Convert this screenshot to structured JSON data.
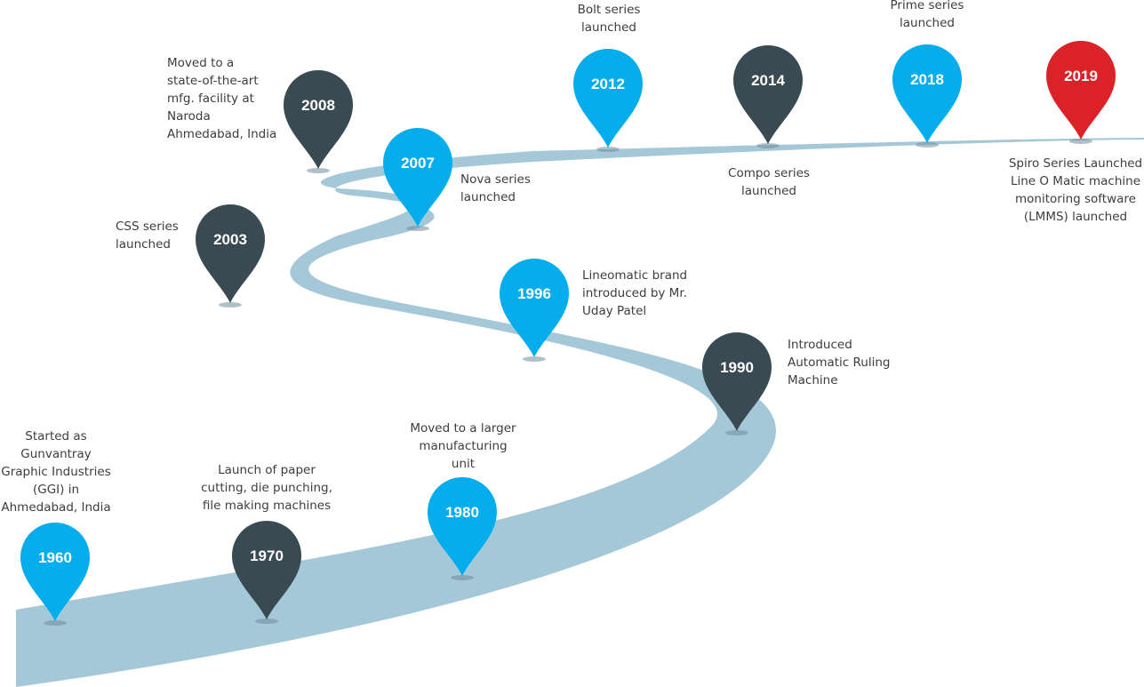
{
  "colors": {
    "road": "#a5c8d9",
    "pin_blue": "#05aded",
    "pin_dark": "#3a4a53",
    "pin_red": "#dc2229",
    "text": "#3d3d3d"
  },
  "milestones": [
    {
      "year": "1960",
      "color": "blue",
      "text": "Started as\nGunvantray\nGraphic Industries\n(GGI) in\nAhmedabad, India"
    },
    {
      "year": "1970",
      "color": "dark",
      "text": "Launch of paper\ncutting, die punching,\nfile making machines"
    },
    {
      "year": "1980",
      "color": "blue",
      "text": "Moved to a larger\nmanufacturing\nunit"
    },
    {
      "year": "1990",
      "color": "dark",
      "text": "Introduced\nAutomatic Ruling\nMachine"
    },
    {
      "year": "1996",
      "color": "blue",
      "text": "Lineomatic brand\nintroduced by Mr.\nUday Patel"
    },
    {
      "year": "2003",
      "color": "dark",
      "text": "CSS series\nlaunched"
    },
    {
      "year": "2007",
      "color": "blue",
      "text": "Nova series\nlaunched"
    },
    {
      "year": "2008",
      "color": "dark",
      "text": "Moved to a\nstate-of-the-art\nmfg. facility at\nNaroda\nAhmedabad, India"
    },
    {
      "year": "2012",
      "color": "blue",
      "text": "Bolt series\nlaunched"
    },
    {
      "year": "2014",
      "color": "dark",
      "text": "Compo series\nlaunched"
    },
    {
      "year": "2018",
      "color": "blue",
      "text": "Prime series\nlaunched"
    },
    {
      "year": "2019",
      "color": "red",
      "text": "Spiro Series Launched\nLine O Matic machine\nmonitoring software\n(LMMS) launched"
    }
  ]
}
